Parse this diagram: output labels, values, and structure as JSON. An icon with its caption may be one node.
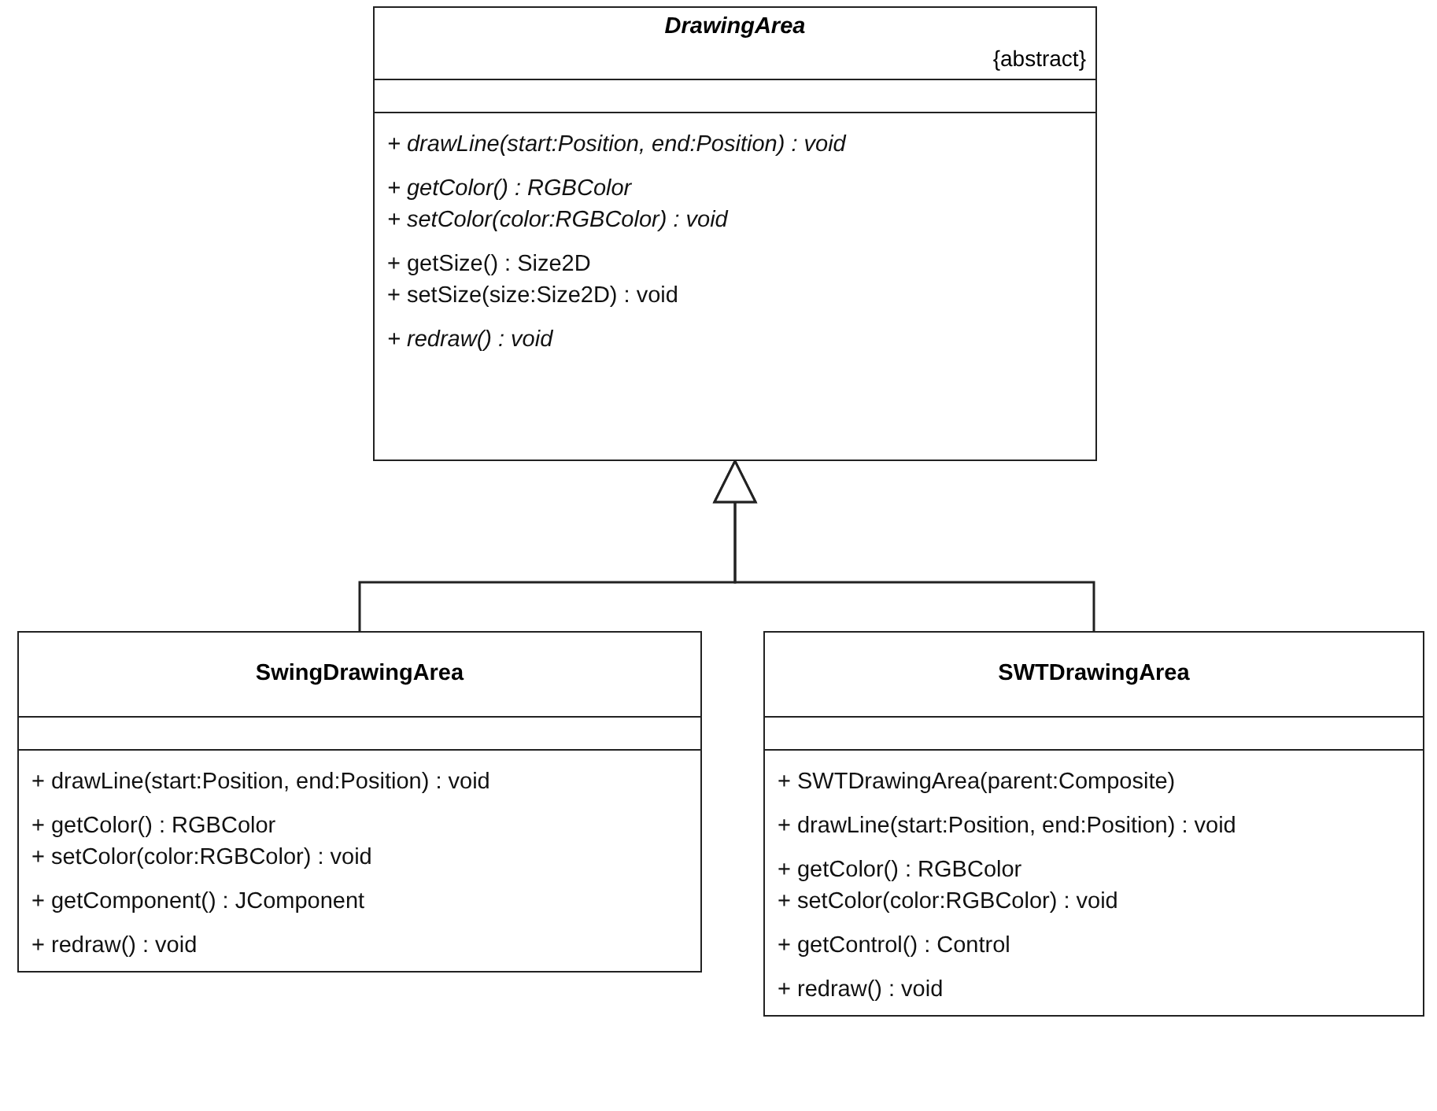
{
  "diagram": {
    "nodes": [
      {
        "text": [
          "DrawingArea",
          "{abstract}",
          "+ drawLine(start:Position, end:Position) : void",
          "+ getColor() : RGBColor",
          "+ setColor(color:RGBColor) : void",
          "+ getSize() : Size2D",
          "+ setSize(size:Size2D) : void",
          "+ redraw() : void"
        ]
      },
      {
        "text": [
          "SwingDrawingArea",
          "+ drawLine(start:Position, end:Position) : void",
          "+ getColor() : RGBColor",
          "+ setColor(color:RGBColor) : void",
          "+ getComponent() : JComponent",
          "+ redraw() : void"
        ]
      },
      {
        "text": [
          "SWTDrawingArea",
          "+ SWTDrawingArea(parent:Composite)",
          "+ drawLine(start:Position, end:Position) : void",
          "+ getColor() : RGBColor",
          "+ setColor(color:RGBColor) : void",
          "+ getControl() : Control",
          "+ redraw() : void"
        ]
      }
    ],
    "edges": [
      {
        "from": 1,
        "to": 0,
        "arrow": "to"
      },
      {
        "from": 2,
        "to": 0,
        "arrow": "to"
      }
    ]
  }
}
